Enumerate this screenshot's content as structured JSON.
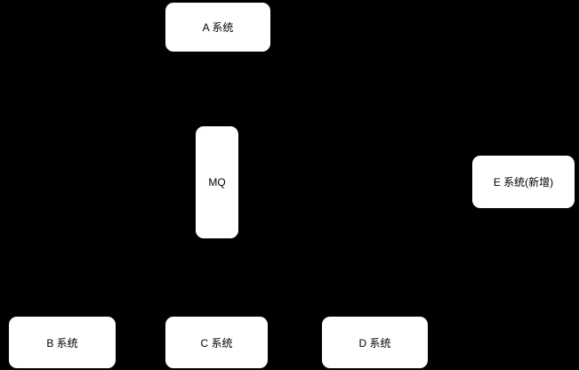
{
  "diagram": {
    "background_color": "#000000",
    "node_fill_color": "#ffffff",
    "node_text_color": "#000000",
    "nodes": {
      "a": {
        "label": "A 系统"
      },
      "mq": {
        "label": "MQ"
      },
      "e": {
        "label": "E 系统(新增)"
      },
      "b": {
        "label": "B 系统"
      },
      "c": {
        "label": "C 系统"
      },
      "d": {
        "label": "D 系统"
      }
    }
  }
}
